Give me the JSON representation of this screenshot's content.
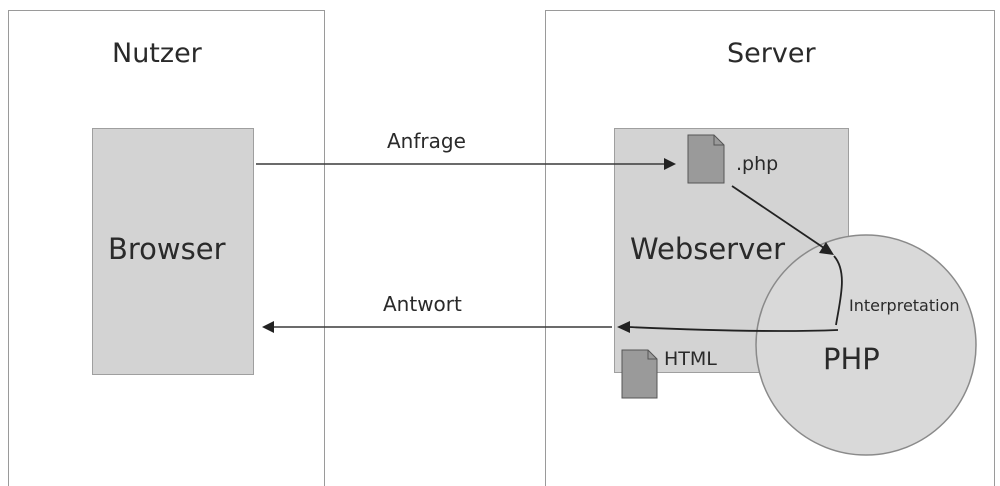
{
  "user_panel": {
    "title": "Nutzer",
    "component": "Browser"
  },
  "server_panel": {
    "title": "Server",
    "component": "Webserver",
    "interpreter": "PHP"
  },
  "request_label": "Anfrage",
  "response_label": "Antwort",
  "php_file_label": ".php",
  "html_file_label": "HTML",
  "interpretation_label": "Interpretation"
}
